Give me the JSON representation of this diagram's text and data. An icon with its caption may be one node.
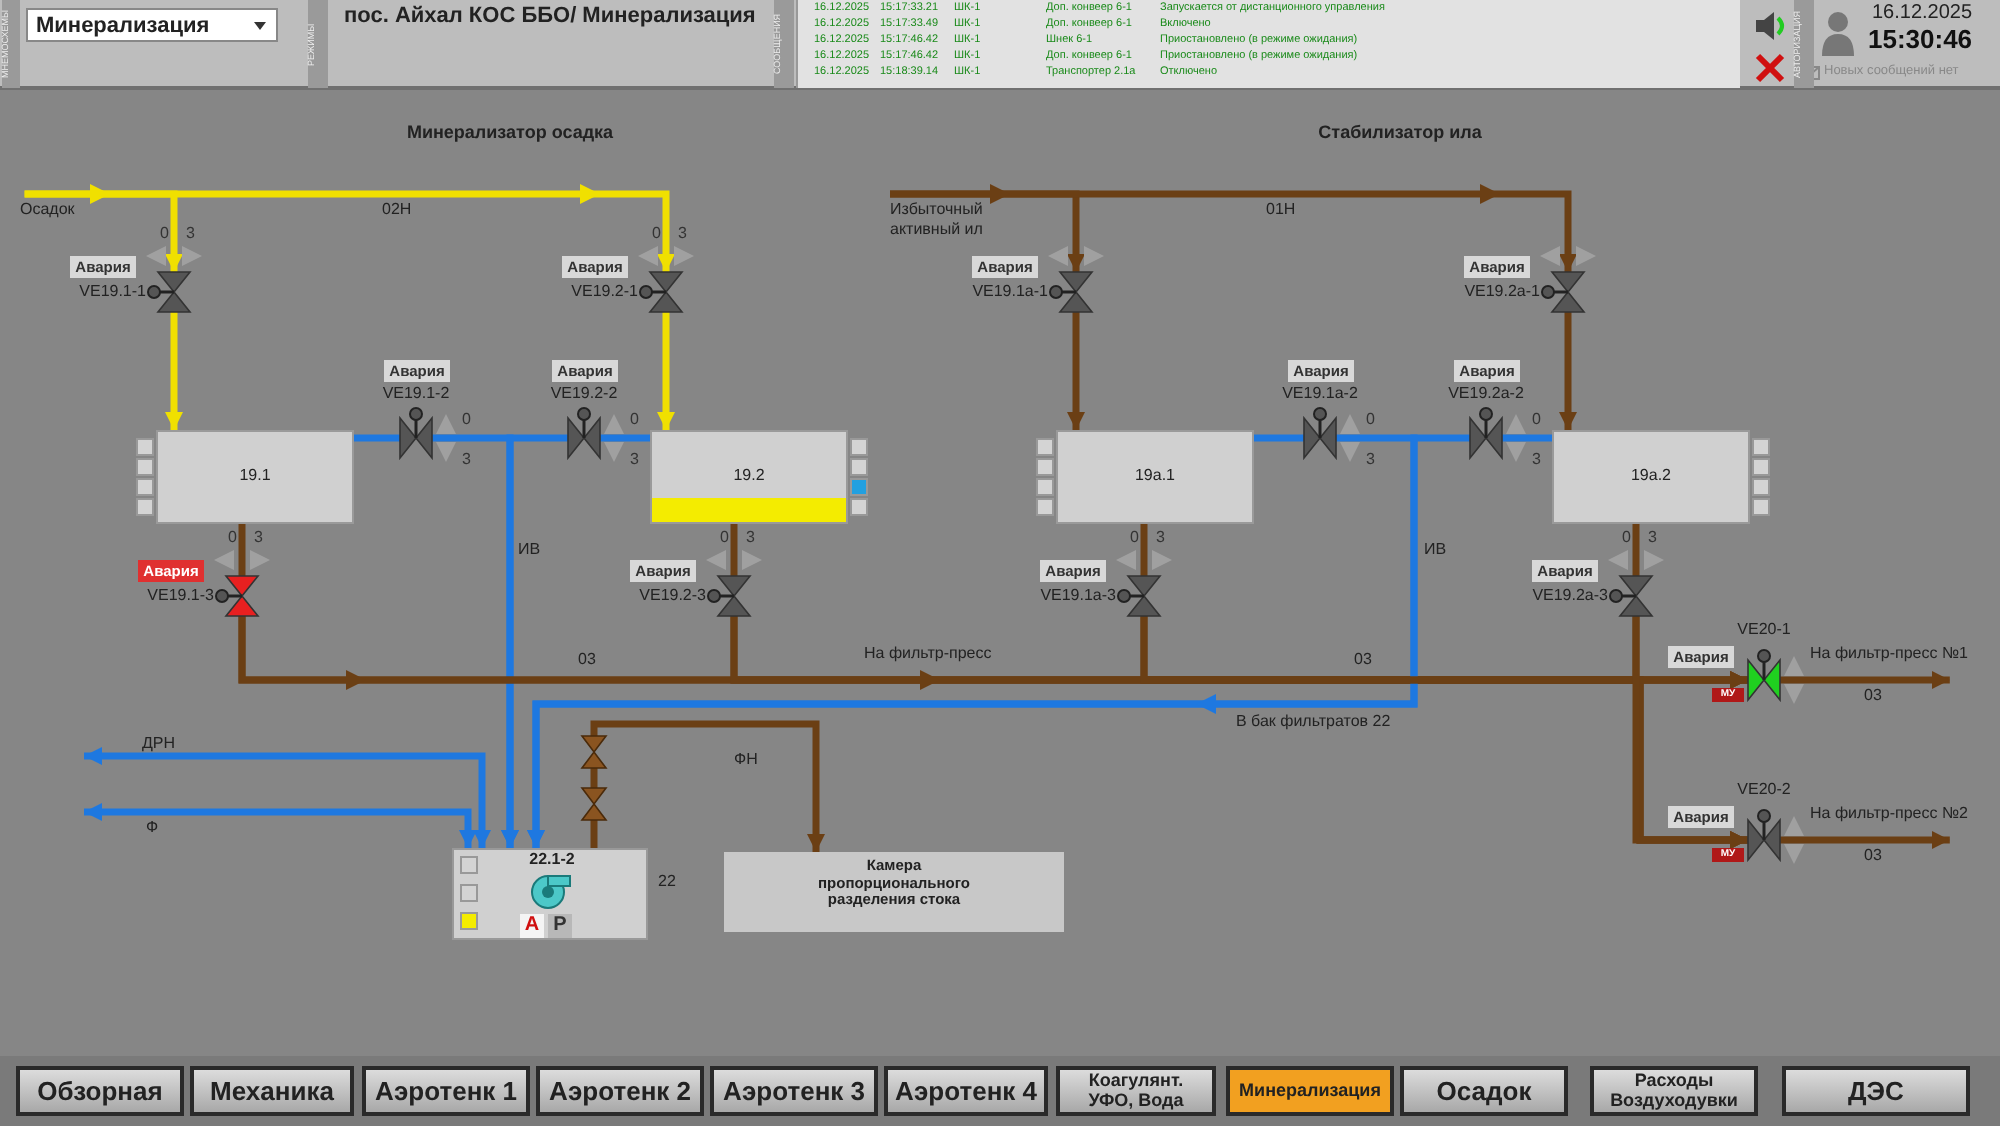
{
  "diagram": {
    "nodes": [
      {
        "text": [
          "Осадок"
        ]
      },
      {
        "text": [],
        "shape": "valve",
        "beside": [
          "Авария",
          "VE19.1-1"
        ]
      },
      {
        "text": [
          "19.1"
        ]
      },
      {
        "text": [],
        "shape": "valve",
        "beside": [
          "Авария",
          "VE19.2-1"
        ]
      },
      {
        "text": [
          "19.2"
        ]
      },
      {
        "text": [],
        "shape": "valve",
        "beside": [
          "Авария",
          "VE19.1-2"
        ]
      },
      {
        "text": [],
        "shape": "valve",
        "beside": [
          "Авария",
          "VE19.2-2"
        ]
      },
      {
        "text": [],
        "shape": "valve",
        "beside": [
          "Авария",
          "VE19.1-3"
        ]
      },
      {
        "text": [],
        "shape": "valve",
        "beside": [
          "Авария",
          "VE19.2-3"
        ]
      },
      {
        "text": [
          "Избыточный активный ил"
        ]
      },
      {
        "text": [],
        "shape": "valve",
        "beside": [
          "Авария",
          "VE19.1a-1"
        ]
      },
      {
        "text": [
          "19a.1"
        ]
      },
      {
        "text": [],
        "shape": "valve",
        "beside": [
          "Авария",
          "VE19.2a-1"
        ]
      },
      {
        "text": [
          "19a.2"
        ]
      },
      {
        "text": [],
        "shape": "valve",
        "beside": [
          "Авария",
          "VE19.1a-2"
        ]
      },
      {
        "text": [],
        "shape": "valve",
        "beside": [
          "Авария",
          "VE19.2a-2"
        ]
      },
      {
        "text": [],
        "shape": "valve",
        "beside": [
          "Авария",
          "VE19.1a-3"
        ]
      },
      {
        "text": [],
        "shape": "valve",
        "beside": [
          "Авария",
          "VE19.2a-3"
        ]
      },
      {
        "text": [],
        "shape": "valve",
        "beside": [
          "VE20-1",
          "Авария"
        ]
      },
      {
        "text": [
          "На фильтр-пресс №1"
        ]
      },
      {
        "text": [],
        "shape": "valve",
        "beside": [
          "VE20-2",
          "Авария"
        ]
      },
      {
        "text": [
          "На фильтр-пресс №2"
        ]
      },
      {
        "text": [
          "22.1-2"
        ],
        "beside": [
          "22"
        ]
      },
      {
        "text": [],
        "shape": "valve"
      },
      {
        "text": [],
        "shape": "valve"
      },
      {
        "text": [
          "Камера пропорционального разделения стока"
        ]
      }
    ],
    "edges": [
      {
        "from": 0,
        "to": 1,
        "arrow": "to",
        "color": "#f0e000"
      },
      {
        "from": 0,
        "to": 3,
        "arrow": "to",
        "label": "02Н",
        "color": "#f0e000"
      },
      {
        "from": 1,
        "to": 2,
        "arrow": "to",
        "color": "#f0e000"
      },
      {
        "from": 3,
        "to": 4,
        "arrow": "to",
        "color": "#f0e000"
      },
      {
        "from": 2,
        "to": 5,
        "arrow": "none",
        "color": "#1e78e0"
      },
      {
        "from": 4,
        "to": 6,
        "arrow": "none",
        "color": "#1e78e0"
      },
      {
        "from": 5,
        "to": 22,
        "arrow": "to",
        "label": "ИВ",
        "color": "#1e78e0"
      },
      {
        "from": 6,
        "to": 22,
        "arrow": "to",
        "color": "#1e78e0"
      },
      {
        "from": 2,
        "to": 7,
        "arrow": "none"
      },
      {
        "from": 4,
        "to": 8,
        "arrow": "none"
      },
      {
        "from": 7,
        "to": 18,
        "arrow": "to",
        "label": "03"
      },
      {
        "from": 7,
        "to": 20,
        "arrow": "to"
      },
      {
        "from": 8,
        "to": 18,
        "arrow": "to"
      },
      {
        "from": 8,
        "to": 20,
        "arrow": "to"
      },
      {
        "from": 9,
        "to": 10,
        "arrow": "to"
      },
      {
        "from": 9,
        "to": 12,
        "arrow": "to",
        "label": "01Н"
      },
      {
        "from": 10,
        "to": 11,
        "arrow": "to"
      },
      {
        "from": 12,
        "to": 13,
        "arrow": "to"
      },
      {
        "from": 11,
        "to": 14,
        "arrow": "none",
        "color": "#1e78e0"
      },
      {
        "from": 13,
        "to": 15,
        "arrow": "none",
        "color": "#1e78e0"
      },
      {
        "from": 14,
        "to": 22,
        "arrow": "to",
        "label": "ИВ",
        "color": "#1e78e0"
      },
      {
        "from": 15,
        "to": 22,
        "arrow": "to",
        "color": "#1e78e0"
      },
      {
        "from": 11,
        "to": 16,
        "arrow": "none"
      },
      {
        "from": 13,
        "to": 17,
        "arrow": "none"
      },
      {
        "from": 16,
        "to": 18,
        "arrow": "to",
        "label": "03"
      },
      {
        "from": 16,
        "to": 20,
        "arrow": "to"
      },
      {
        "from": 17,
        "to": 18,
        "arrow": "to"
      },
      {
        "from": 17,
        "to": 20,
        "arrow": "to"
      },
      {
        "from": 18,
        "to": 19,
        "arrow": "to",
        "label": "03"
      },
      {
        "from": 20,
        "to": 21,
        "arrow": "to",
        "label": "03"
      },
      {
        "from": null,
        "to": 22,
        "arrow": "both",
        "label": "ДРН",
        "color": "#1e78e0"
      },
      {
        "from": null,
        "to": 22,
        "arrow": "both",
        "label": "Ф",
        "color": "#1e78e0"
      },
      {
        "from": 22,
        "to": 24,
        "arrow": "none"
      },
      {
        "from": 24,
        "to": 23,
        "arrow": "none"
      },
      {
        "from": 23,
        "to": 25,
        "arrow": "to",
        "label": "ФН"
      }
    ],
    "labels": [
      "МНЕМОСХЕМЫ",
      "Минерализация",
      "РЕЖИМЫ",
      "пос. Айхал КОС ББО/ Минерализация",
      "СООБЩЕНИЯ",
      "16.12.2025",
      "15:17:33.21",
      "ШК-1",
      "Доп. конвеер 6-1",
      "Запускается от дистанционного управления",
      "16.12.2025",
      "15:17:33.49",
      "ШК-1",
      "Доп. конвеер 6-1",
      "Включено",
      "16.12.2025",
      "15:17:46.42",
      "ШК-1",
      "Шнек 6-1",
      "Приостановлено (в режиме ожидания)",
      "16.12.2025",
      "15:17:46.42",
      "ШК-1",
      "Доп. конвеер 6-1",
      "Приостановлено (в режиме ожидания)",
      "16.12.2025",
      "15:18:39.14",
      "ШК-1",
      "Транспортер 2.1а",
      "Отключено",
      "АВТОРИЗАЦИЯ",
      "16.12.2025",
      "15:30:46",
      "Новых сообщений нет",
      "Минерализатор осадка",
      "Стабилизатор ила",
      "0",
      "3",
      "0",
      "3",
      "0",
      "3",
      "0",
      "3",
      "0",
      "3",
      "0",
      "3",
      "0",
      "3",
      "0",
      "3",
      "0",
      "3",
      "0",
      "3",
      "На фильтр-пресс",
      "МУ",
      "В бак фильтратов 22",
      "МУ",
      "А",
      "Р",
      "Обзорная",
      "Механика",
      "Аэротенк 1",
      "Аэротенк 2",
      "Аэротенк 3",
      "Аэротенк 4",
      "Коагулянт. УФО, Вода",
      "Минерализация",
      "Осадок",
      "Расходы Воздуходувки",
      "ДЭС"
    ]
  }
}
